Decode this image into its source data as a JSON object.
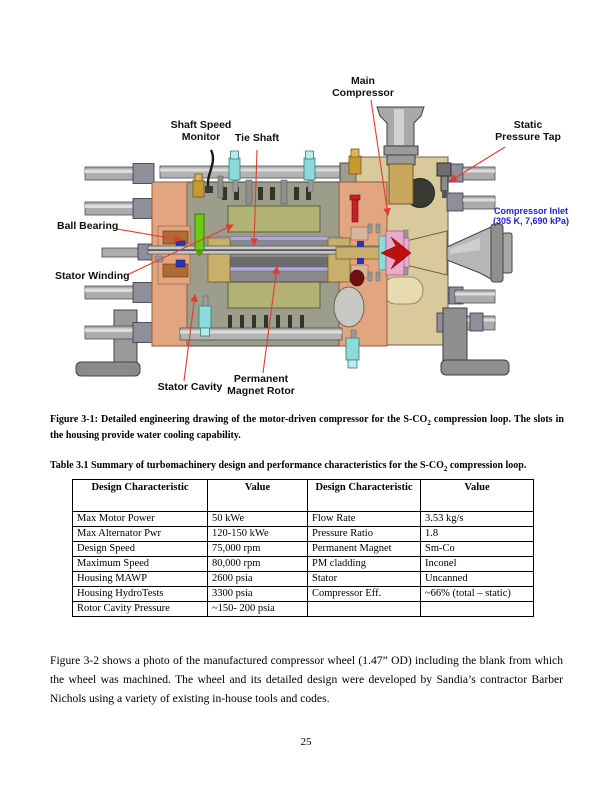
{
  "figure": {
    "labels": {
      "main_compressor": "Main\nCompressor",
      "shaft_speed_monitor": "Shaft Speed\nMonitor",
      "tie_shaft": "Tie Shaft",
      "static_pressure_tap": "Static\nPressure Tap",
      "ball_bearing": "Ball Bearing",
      "stator_winding": "Stator Winding",
      "stator_cavity": "Stator Cavity",
      "permanent_magnet_rotor": "Permanent\nMagnet Rotor",
      "compressor_inlet": "Compressor Inlet\n(305 K, 7,690 kPa)"
    },
    "caption": {
      "text_before_sub": "Figure 3-1:  Detailed engineering drawing of the motor-driven compressor for the S-CO",
      "subscript": "2",
      "text_after_sub": " compression loop.  The slots in the housing provide water cooling capability."
    },
    "colors": {
      "leader_line": "#E23B2E",
      "inlet_label_text": "#2121CC",
      "housing_grey_green": "#9D9D8C",
      "end_block_salmon": "#E2A57F",
      "stator_olive": "#B2B274",
      "right_housing_tan": "#DAC99C",
      "impeller_red": "#BE0F0F"
    }
  },
  "table": {
    "caption": {
      "text_before_sub": "Table 3.1  Summary of turbomachinery design and performance characteristics for the S-CO",
      "subscript": "2",
      "text_after_sub": " compression loop."
    },
    "headers": [
      "Design Characteristic",
      "Value",
      "Design Characteristic",
      "Value"
    ],
    "rows": [
      [
        "Max Motor Power",
        "50 kWe",
        "Flow Rate",
        "3.53 kg/s"
      ],
      [
        "Max Alternator Pwr",
        "120-150 kWe",
        "Pressure Ratio",
        "1.8"
      ],
      [
        "Design Speed",
        "75,000 rpm",
        "Permanent Magnet",
        "Sm-Co"
      ],
      [
        "Maximum Speed",
        "80,000 rpm",
        "PM cladding",
        "Inconel"
      ],
      [
        "Housing MAWP",
        "2600 psia",
        "Stator",
        "Uncanned"
      ],
      [
        "Housing HydroTests",
        "3300 psia",
        "Compressor Eff.",
        "~66% (total – static)"
      ],
      [
        "Rotor Cavity Pressure",
        "~150- 200 psia",
        "",
        ""
      ]
    ]
  },
  "body_paragraph": "Figure 3-2 shows a photo of the manufactured compressor wheel (1.47” OD) including the blank from which the wheel was machined.  The wheel and its detailed design were developed by Sandia’s contractor Barber Nichols using a variety of existing in-house tools and codes.",
  "page_number": "25"
}
